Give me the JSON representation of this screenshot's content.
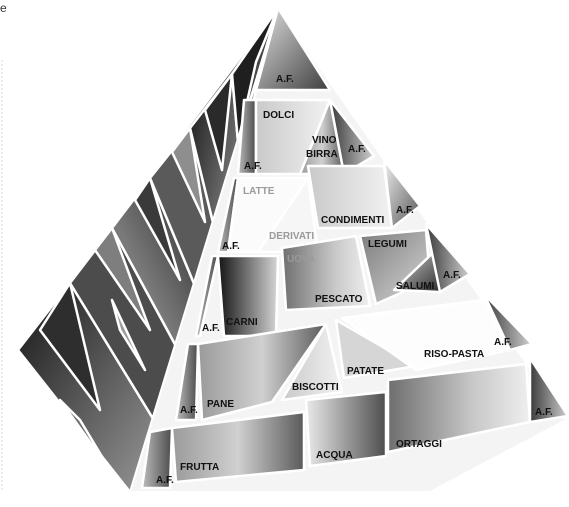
{
  "corner_mark": "e",
  "levels": [
    {
      "level": 1,
      "foods": [
        {
          "id": "frutta",
          "label": "FRUTTA"
        },
        {
          "id": "acqua",
          "label": "ACQUA"
        },
        {
          "id": "ortaggi",
          "label": "ORTAGGI"
        }
      ],
      "af_left": "A.F.",
      "af_right": "A.F."
    },
    {
      "level": 2,
      "foods": [
        {
          "id": "pane",
          "label": "PANE"
        },
        {
          "id": "biscotti",
          "label": "BISCOTTI"
        },
        {
          "id": "patate",
          "label": "PATATE"
        },
        {
          "id": "riso-pasta",
          "label": "RISO-PASTA"
        }
      ],
      "af_left": "A.F.",
      "af_right": "A.F."
    },
    {
      "level": 3,
      "foods": [
        {
          "id": "carni",
          "label": "CARNI"
        },
        {
          "id": "uova",
          "label": "UOVA"
        },
        {
          "id": "pescato",
          "label": "PESCATO"
        },
        {
          "id": "legumi",
          "label": "LEGUMI"
        },
        {
          "id": "salumi",
          "label": "SALUMI"
        }
      ],
      "af_left": "A.F.",
      "af_right": "A.F."
    },
    {
      "level": 4,
      "foods": [
        {
          "id": "latte",
          "label": "LATTE"
        },
        {
          "id": "derivati",
          "label": "DERIVATI"
        },
        {
          "id": "condimenti",
          "label": "CONDIMENTI"
        }
      ],
      "af_left": "A.F.",
      "af_right": "A.F."
    },
    {
      "level": 5,
      "foods": [
        {
          "id": "dolci",
          "label": "DOLCI"
        },
        {
          "id": "vino",
          "label": "VINO"
        },
        {
          "id": "birra",
          "label": "BIRRA"
        }
      ],
      "af_left": "A.F.",
      "af_right": "A.F."
    },
    {
      "level": 6,
      "foods": [],
      "af_left": "",
      "af_right": "A.F."
    }
  ]
}
